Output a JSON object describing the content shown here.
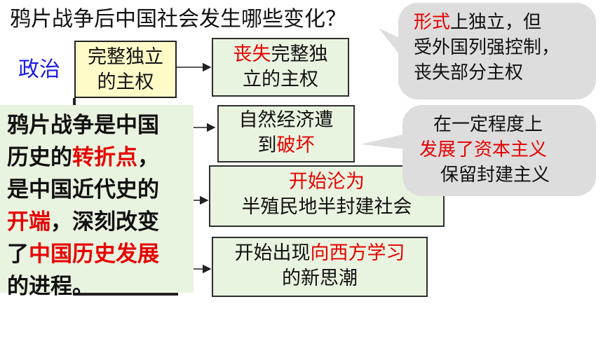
{
  "title": "鸦片战争后中国社会发生哪些变化？",
  "label_politics": "政治",
  "yellow_box": {
    "line1": "完整独立",
    "line2": "的主权"
  },
  "g1": {
    "red": "丧失",
    "rest1": "完整独",
    "line2": "立的主权"
  },
  "g2": {
    "line1": "自然经济遭",
    "line2_pre": "到",
    "line2_red": "破坏"
  },
  "g3": {
    "line1_red": "开始沦为",
    "line2": "半殖民地半封建社会"
  },
  "g4": {
    "line1_pre": "开始出现",
    "line1_red": "向西方学习",
    "line2": "的新思潮"
  },
  "bubble1": {
    "red": "形式",
    "rest1": "上独立，但",
    "line2": "受外国列强控制，",
    "line3": "丧失部分主权"
  },
  "bubble2": {
    "line1": "在一定程度上",
    "line2_red": "发展了资本主义",
    "line3": "保留封建主义"
  },
  "main_box": {
    "line1": "鸦片战争是中国",
    "line2_pre": "历史的",
    "line2_red": "转折点",
    "line2_post": "，",
    "line3": "是中国近代史的",
    "line4_red": "开端",
    "line4_post": "，深刻改变",
    "line5_pre": "了",
    "line5_red": "中国历史发展",
    "line6": "的进程。"
  },
  "colors": {
    "politics_label": "#1a1ae6",
    "highlight": "#e60000",
    "yellow_box": "#fffbc8",
    "green_box": "#e9f4e0",
    "bubble": "#dddddd"
  }
}
